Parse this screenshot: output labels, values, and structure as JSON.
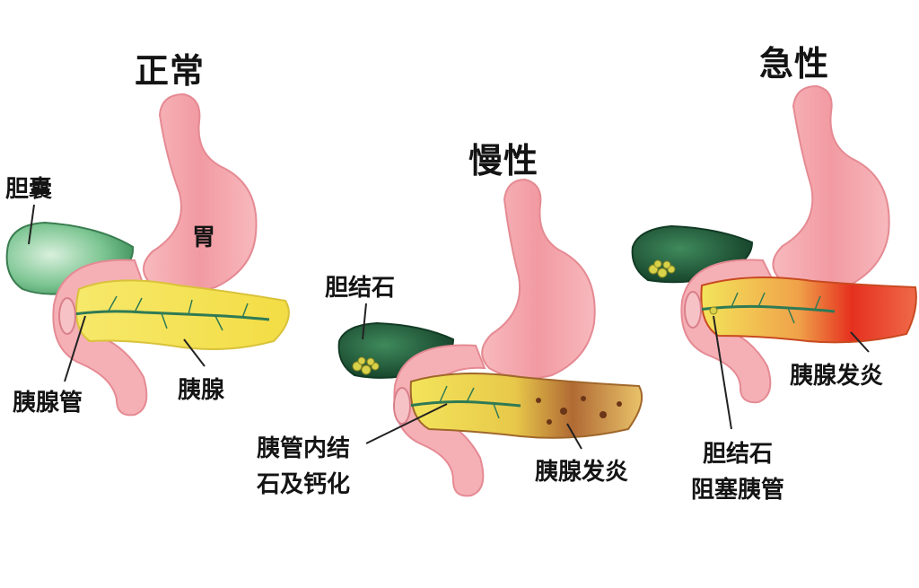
{
  "panels": [
    {
      "title": "正常",
      "labels": {
        "gallbladder": "胆囊",
        "stomach": "胃",
        "duct": "胰腺管",
        "pancreas": "胰腺"
      }
    },
    {
      "title": "慢性",
      "labels": {
        "stones": "胆结石",
        "duct_stones_line1": "胰管内结",
        "duct_stones_line2": "石及钙化",
        "inflammation": "胰腺发炎"
      }
    },
    {
      "title": "急性",
      "labels": {
        "inflammation": "胰腺发炎",
        "blockage_line1": "胆结石",
        "blockage_line2": "阻塞胰管"
      }
    }
  ],
  "colors": {
    "stomach": "#f4a7ad",
    "stomach_shade": "#e9828c",
    "gallbladder_normal": "#5bb07a",
    "gallbladder_diseased": "#1f5c3a",
    "stones": "#d8d24a",
    "pancreas": "#f2e24e",
    "duct": "#2f7a55",
    "inflamed_brown": "#8c4a2a",
    "inflamed_red": "#e5301f",
    "leader_line": "#222222"
  },
  "icons": [
    "stomach-illustration",
    "gallbladder-illustration",
    "pancreas-illustration"
  ]
}
